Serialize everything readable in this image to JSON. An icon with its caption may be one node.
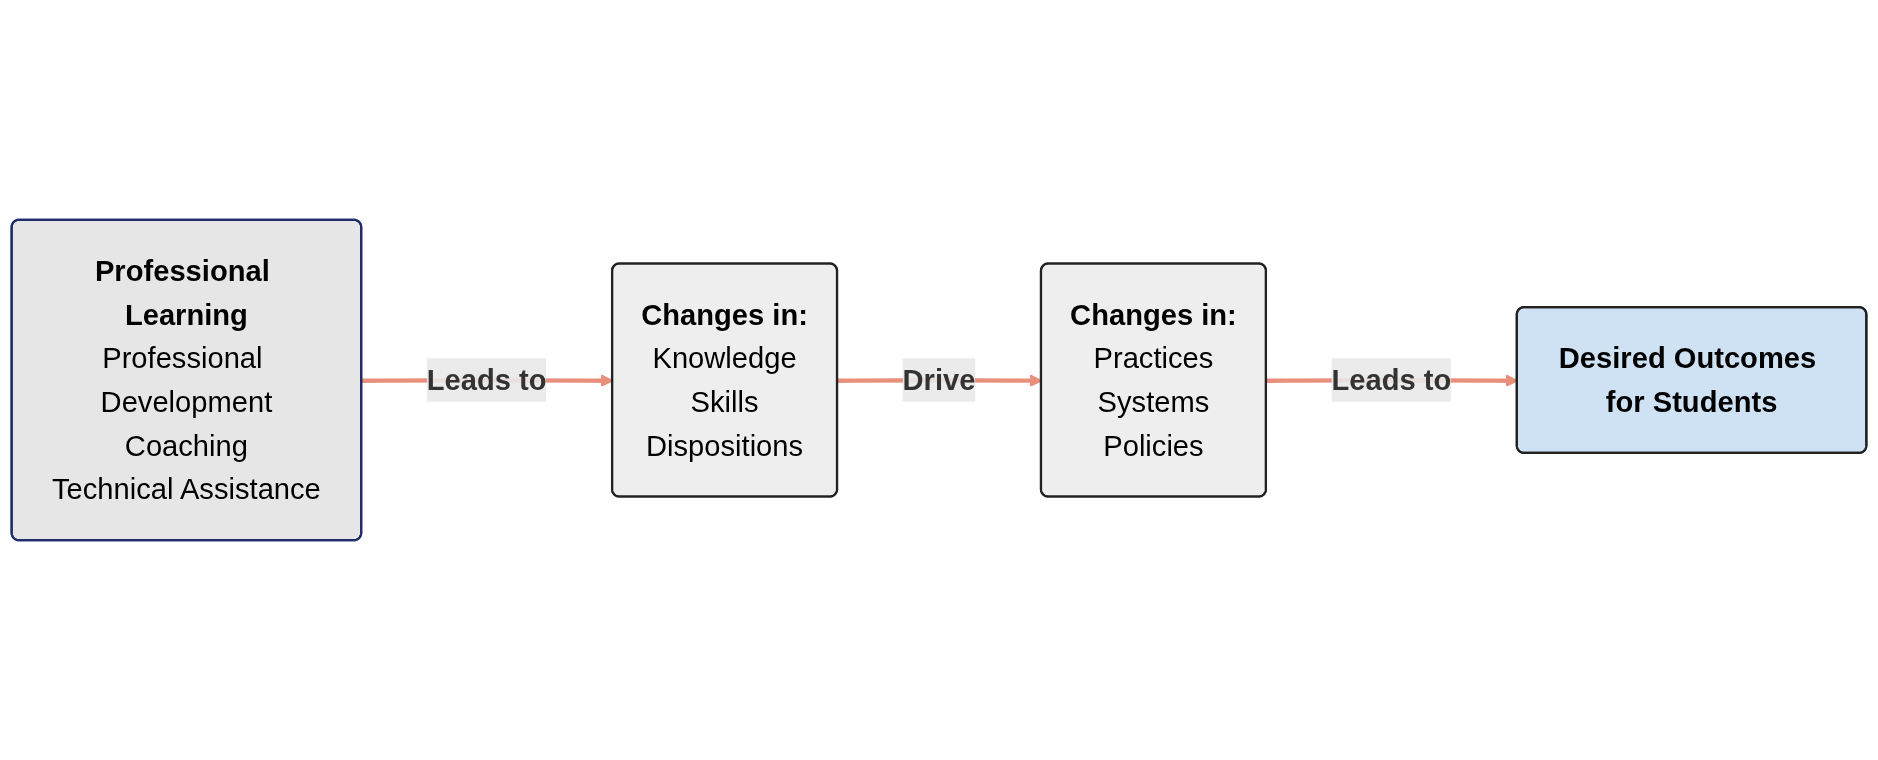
{
  "diagram": {
    "nodes": [
      {
        "text": [
          "Professional Learning",
          "Professional Development",
          "Coaching",
          "Technical Assistance"
        ]
      },
      {
        "text": [
          "Changes in:",
          "Knowledge",
          "Skills",
          "Dispositions"
        ]
      },
      {
        "text": [
          "Changes in:",
          "Practices",
          "Systems",
          "Policies"
        ]
      },
      {
        "text": [
          "Desired Outcomes for Students"
        ]
      }
    ],
    "edges": [
      {
        "from": 0,
        "to": 1,
        "arrow": "to",
        "label": "Leads to"
      },
      {
        "from": 1,
        "to": 2,
        "arrow": "to",
        "label": "Drive"
      },
      {
        "from": 2,
        "to": 3,
        "arrow": "to",
        "label": "Leads to"
      }
    ]
  }
}
